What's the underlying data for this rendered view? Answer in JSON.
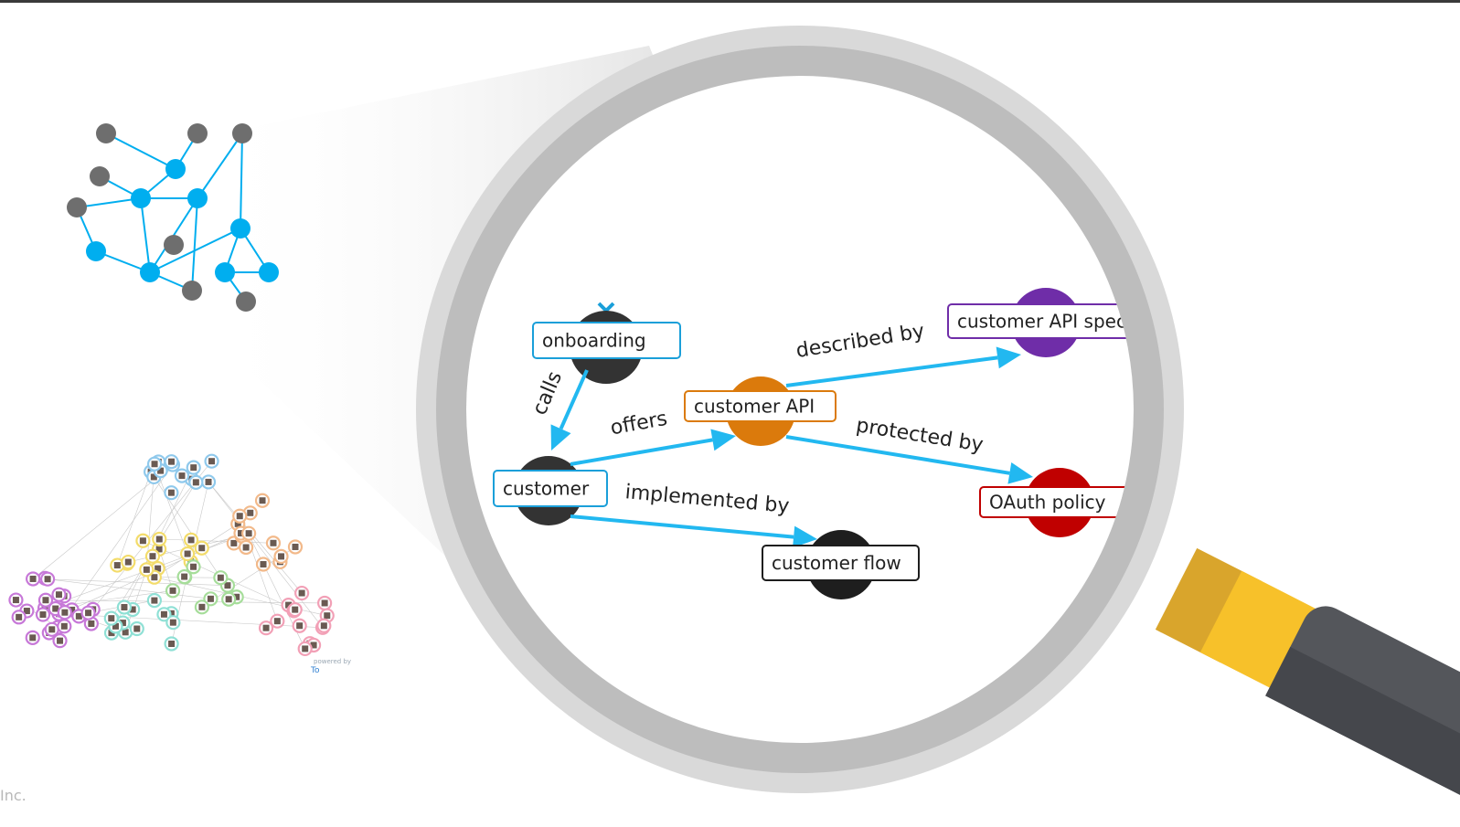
{
  "colors": {
    "edge": "#22b8f0",
    "small_graph_node_blue": "#00aeef",
    "small_graph_node_gray": "#6e6e6e",
    "lens_outer": "#d6d6d6",
    "lens_inner": "#bfbfbf",
    "handle_gold": "#f7c12a",
    "handle_dark": "#4d4f54"
  },
  "graph": {
    "nodes": [
      {
        "id": "onboarding",
        "label": "onboarding",
        "color": "#333333",
        "border": "#1a9fd9"
      },
      {
        "id": "customer",
        "label": "customer",
        "color": "#333333",
        "border": "#1a9fd9"
      },
      {
        "id": "customer_api",
        "label": "customer API",
        "color": "#db7a0c",
        "border": "#db7a0c"
      },
      {
        "id": "customer_api_spec",
        "label": "customer API spec",
        "color": "#6f2da8",
        "border": "#6f2da8"
      },
      {
        "id": "oauth_policy",
        "label": "OAuth policy",
        "color": "#c00000",
        "border": "#c00000"
      },
      {
        "id": "customer_flow",
        "label": "customer flow",
        "color": "#1e1e1e",
        "border": "#1e1e1e"
      }
    ],
    "edges": [
      {
        "from": "onboarding",
        "to": "customer",
        "label": "calls"
      },
      {
        "from": "customer",
        "to": "customer_api",
        "label": "offers"
      },
      {
        "from": "customer_api",
        "to": "customer_api_spec",
        "label": "described by"
      },
      {
        "from": "customer_api",
        "to": "oauth_policy",
        "label": "protected by"
      },
      {
        "from": "customer",
        "to": "customer_flow",
        "label": "implemented by"
      }
    ]
  },
  "network_thumbnail": {
    "credit_small": "powered by",
    "credit_brand": "To"
  },
  "footer": {
    "text": "Inc."
  }
}
